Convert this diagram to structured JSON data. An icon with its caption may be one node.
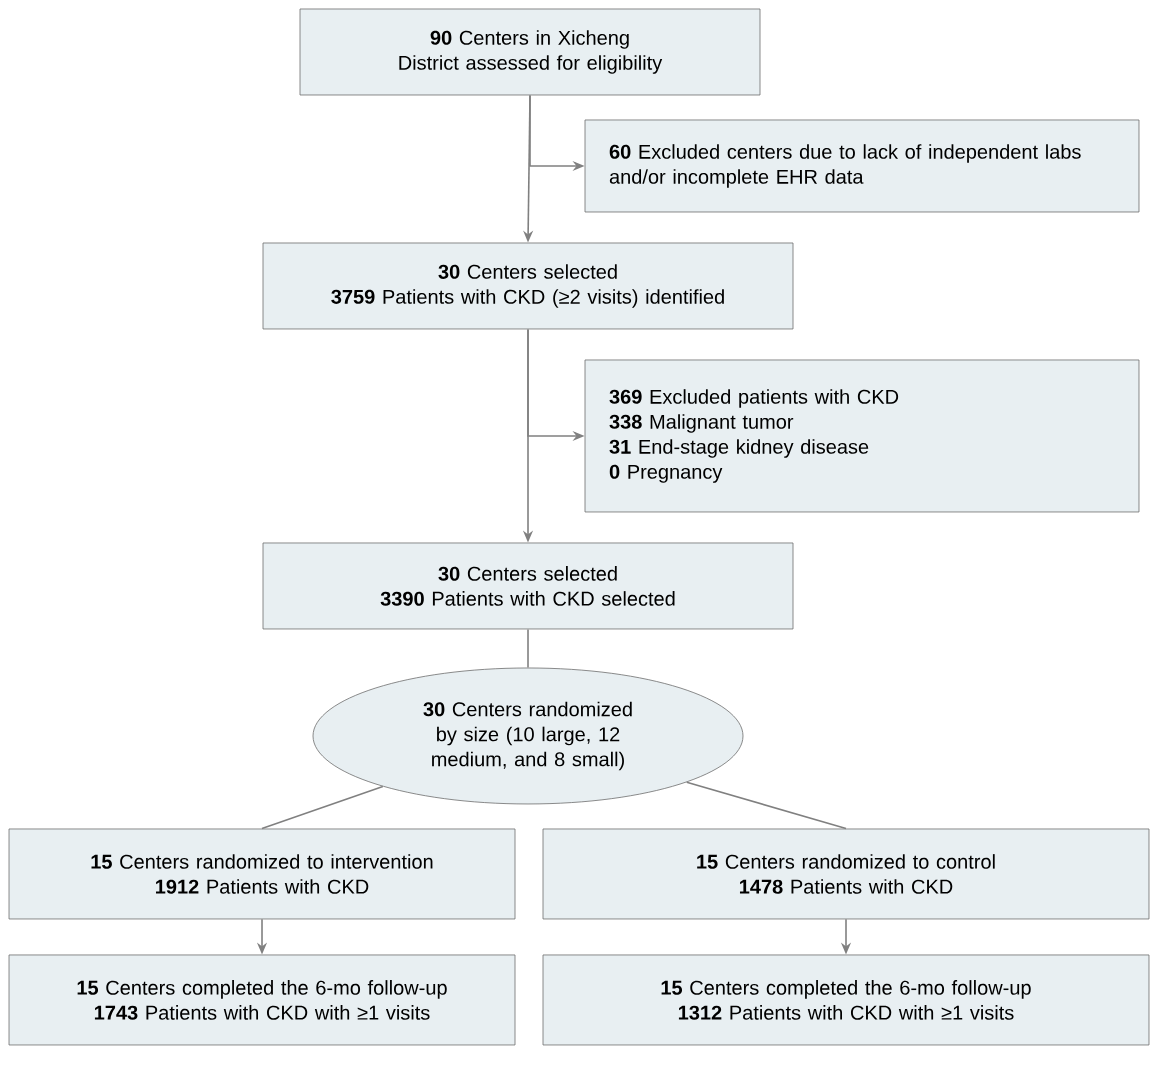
{
  "diagram": {
    "nodes": [
      {
        "text": [
          "**90** Centers in Xicheng District assessed for eligibility"
        ]
      },
      {
        "text": [
          "**60** Excluded centers due to lack of independent labs and/or incomplete EHR data"
        ]
      },
      {
        "text": [
          "**30** Centers selected",
          "**3759** Patients with CKD (≥2 visits) identified"
        ]
      },
      {
        "text": [
          "**369** Excluded patients with CKD",
          "**338** Malignant tumor",
          "**31** End-stage kidney disease",
          "**0** Pregnancy"
        ]
      },
      {
        "text": [
          "**30** Centers selected",
          "**3390** Patients with CKD selected"
        ]
      },
      {
        "text": [
          "**30** Centers randomized by size (10 large, 12 medium, and 8 small)"
        ]
      },
      {
        "text": [
          "**15** Centers randomized to intervention",
          "**1912** Patients with CKD"
        ]
      },
      {
        "text": [
          "**15** Centers randomized to control",
          "**1478** Patients with CKD"
        ]
      },
      {
        "text": [
          "**15** Centers completed the 6-mo follow-up",
          "**1743** Patients with CKD with ≥1 visits"
        ]
      },
      {
        "text": [
          "**15** Centers completed the 6-mo follow-up",
          "**1312** Patients with CKD with ≥1 visits"
        ]
      }
    ],
    "edges": [
      {
        "from": 0,
        "to": 2,
        "arrow": "to"
      },
      {
        "from": 0,
        "to": 1,
        "arrow": "to"
      },
      {
        "from": 2,
        "to": 4,
        "arrow": "to"
      },
      {
        "from": 2,
        "to": 3,
        "arrow": "to"
      },
      {
        "from": 4,
        "to": 5,
        "arrow": "none"
      },
      {
        "from": 5,
        "to": 6,
        "arrow": "none"
      },
      {
        "from": 5,
        "to": 7,
        "arrow": "none"
      },
      {
        "from": 6,
        "to": 8,
        "arrow": "to"
      },
      {
        "from": 7,
        "to": 9,
        "arrow": "to"
      }
    ]
  }
}
